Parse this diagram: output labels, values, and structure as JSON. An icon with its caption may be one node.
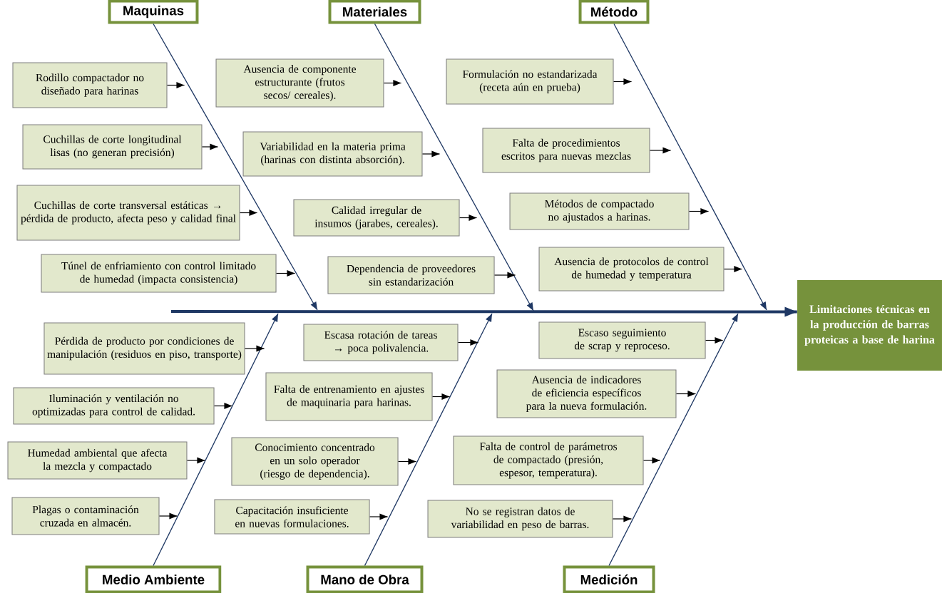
{
  "diagram": {
    "nodes": [
      {
        "text": [
          "Maquinas"
        ]
      },
      {
        "text": [
          "Materiales"
        ]
      },
      {
        "text": [
          "Método"
        ]
      },
      {
        "text": [
          "Rodillo compactador no diseñado para harinas"
        ]
      },
      {
        "text": [
          "Cuchillas de corte longitudinal lisas (no generan precisión)"
        ]
      },
      {
        "text": [
          "Cuchillas de corte transversal estáticas → pérdida de producto, afecta peso y calidad final"
        ]
      },
      {
        "text": [
          "Túnel de enfriamiento con control limitado de humedad (impacta consistencia)"
        ]
      },
      {
        "text": [
          "Ausencia de componente estructurante (frutos secos/ cereales)."
        ]
      },
      {
        "text": [
          "Variabilidad en la materia prima (harinas con distinta absorción)."
        ]
      },
      {
        "text": [
          "Calidad irregular de insumos (jarabes, cereales)."
        ]
      },
      {
        "text": [
          "Dependencia de proveedores sin estandarización"
        ]
      },
      {
        "text": [
          "Formulación no estandarizada (receta aún en prueba)"
        ]
      },
      {
        "text": [
          "Falta de procedimientos escritos para nuevas mezclas"
        ]
      },
      {
        "text": [
          "Métodos de compactado no ajustados a harinas."
        ]
      },
      {
        "text": [
          "Ausencia de protocolos de control de humedad y temperatura"
        ]
      },
      {
        "text": [
          "Limitaciones técnicas en la producción de barras proteicas a base de harina"
        ]
      },
      {
        "text": [
          "Pérdida de producto por condiciones de manipulación (residuos en piso, transporte)"
        ]
      },
      {
        "text": [
          "Iluminación y ventilación no optimizadas para control de calidad."
        ]
      },
      {
        "text": [
          "Humedad ambiental que afecta la mezcla y compactado"
        ]
      },
      {
        "text": [
          "Plagas o contaminación cruzada en almacén."
        ]
      },
      {
        "text": [
          "Escasa rotación de tareas → poca polivalencia."
        ]
      },
      {
        "text": [
          "Falta de entrenamiento en ajustes de maquinaria para harinas."
        ]
      },
      {
        "text": [
          "Conocimiento concentrado en un solo operador (riesgo de dependencia)."
        ]
      },
      {
        "text": [
          "Capacitación insuficiente en nuevas formulaciones."
        ]
      },
      {
        "text": [
          "Escaso seguimiento de scrap y reproceso."
        ]
      },
      {
        "text": [
          "Ausencia de indicadores de eficiencia específicos para la nueva formulación."
        ]
      },
      {
        "text": [
          "Falta de control de parámetros de compactado (presión, espesor, temperatura)."
        ]
      },
      {
        "text": [
          "No se registran datos de variabilidad en peso de barras."
        ]
      },
      {
        "text": [
          "Medio Ambiente"
        ]
      },
      {
        "text": [
          "Mano de Obra"
        ]
      },
      {
        "text": [
          "Medición"
        ]
      }
    ],
    "edges": [
      {
        "from": null,
        "to": 15,
        "arrow": "to",
        "style": "thick",
        "color": "#1f3864"
      },
      {
        "from": 0,
        "to": null,
        "arrow": "to",
        "color": "#1f3864"
      },
      {
        "from": 1,
        "to": null,
        "arrow": "to",
        "color": "#1f3864"
      },
      {
        "from": 2,
        "to": null,
        "arrow": "to",
        "color": "#1f3864"
      },
      {
        "from": 28,
        "to": null,
        "arrow": "to",
        "color": "#1f3864"
      },
      {
        "from": 29,
        "to": null,
        "arrow": "to",
        "color": "#1f3864"
      },
      {
        "from": 30,
        "to": null,
        "arrow": "to",
        "color": "#1f3864"
      },
      {
        "from": 3,
        "to": null,
        "arrow": "to"
      },
      {
        "from": 4,
        "to": null,
        "arrow": "to"
      },
      {
        "from": 5,
        "to": null,
        "arrow": "to"
      },
      {
        "from": 6,
        "to": null,
        "arrow": "to"
      },
      {
        "from": 7,
        "to": null,
        "arrow": "to"
      },
      {
        "from": 8,
        "to": null,
        "arrow": "to"
      },
      {
        "from": 9,
        "to": null,
        "arrow": "to"
      },
      {
        "from": 10,
        "to": null,
        "arrow": "to"
      },
      {
        "from": 11,
        "to": null,
        "arrow": "to"
      },
      {
        "from": 12,
        "to": null,
        "arrow": "to"
      },
      {
        "from": 13,
        "to": null,
        "arrow": "to"
      },
      {
        "from": 14,
        "to": null,
        "arrow": "to"
      },
      {
        "from": 16,
        "to": null,
        "arrow": "to"
      },
      {
        "from": 17,
        "to": null,
        "arrow": "to"
      },
      {
        "from": 18,
        "to": null,
        "arrow": "to"
      },
      {
        "from": 19,
        "to": null,
        "arrow": "to"
      },
      {
        "from": 20,
        "to": null,
        "arrow": "to"
      },
      {
        "from": 21,
        "to": null,
        "arrow": "to"
      },
      {
        "from": 22,
        "to": null,
        "arrow": "to"
      },
      {
        "from": 23,
        "to": null,
        "arrow": "to"
      },
      {
        "from": 24,
        "to": null,
        "arrow": "to"
      },
      {
        "from": 25,
        "to": null,
        "arrow": "to"
      },
      {
        "from": 26,
        "to": null,
        "arrow": "to"
      },
      {
        "from": 27,
        "to": null,
        "arrow": "to"
      }
    ]
  }
}
